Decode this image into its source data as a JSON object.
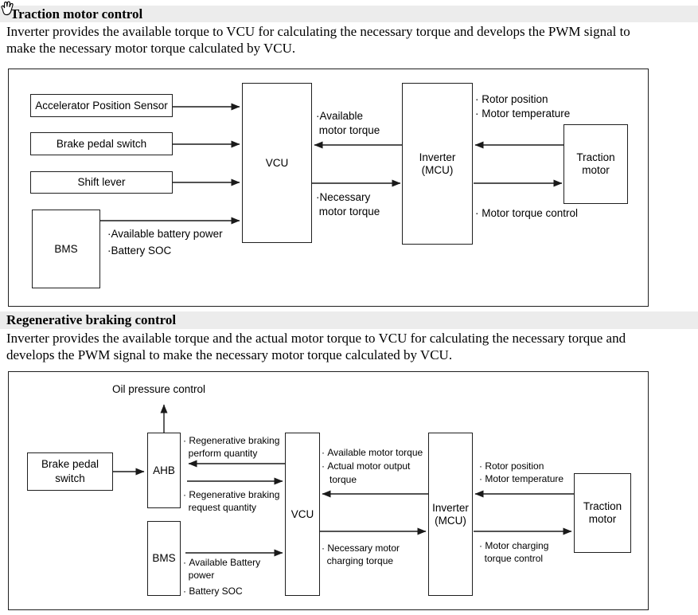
{
  "colors": {
    "heading_bg": "#ececec",
    "line": "#1a1a1a",
    "text": "#000000"
  },
  "cursor": {
    "icon": "hand-cursor"
  },
  "section1": {
    "heading": "Traction motor control",
    "body": "Inverter provides the available torque to VCU for calculating the necessary torque and develops the PWM signal to\nmake the necessary motor torque calculated by VCU.",
    "diagram": {
      "boxes": {
        "aps": "Accelerator Position Sensor",
        "brake": "Brake pedal switch",
        "shift": "Shift lever",
        "bms": "BMS",
        "vcu": "VCU",
        "inverter": "Inverter\n(MCU)",
        "traction": "Traction\nmotor"
      },
      "labels": {
        "available_motor_torque": "·Available\n motor torque",
        "necessary_motor_torque": "·Necessary\n motor torque",
        "bms_outputs": "·Available battery power\n·Battery SOC",
        "rotor_feedback": "· Rotor position\n· Motor temperature",
        "motor_torque_control": "· Motor torque control"
      }
    }
  },
  "section2": {
    "heading": "Regenerative braking control",
    "body": "Inverter provides the available torque and the actual motor torque to VCU for calculating the necessary torque and\ndevelops the PWM signal to make the necessary motor torque calculated by VCU.",
    "diagram": {
      "boxes": {
        "brake": "Brake pedal\nswitch",
        "ahb": "AHB",
        "bms": "BMS",
        "vcu": "VCU",
        "inverter": "Inverter\n(MCU)",
        "traction": "Traction\nmotor"
      },
      "labels": {
        "oil_pressure_control": "Oil pressure control",
        "regen_perform": "· Regenerative braking\n  perform quantity",
        "regen_request": "· Regenerative braking\n  request quantity",
        "bms_power": "· Available Battery\n  power",
        "bms_soc": "· Battery SOC",
        "available_actual_torque": "· Available motor torque\n· Actual motor output\n   torque",
        "necessary_charging_torque": "· Necessary motor\n  charging torque",
        "rotor_feedback": "· Rotor position\n· Motor temperature",
        "motor_charging_control": "· Motor charging\n  torque control"
      }
    }
  }
}
